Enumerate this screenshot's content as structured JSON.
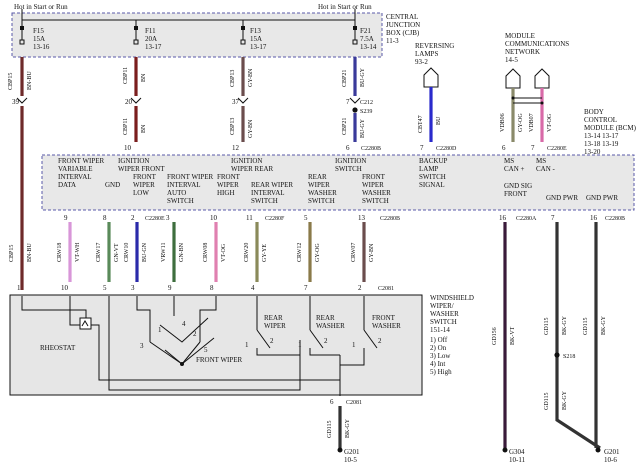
{
  "top": {
    "hot_left": "Hot in Start or Run",
    "hot_right": "Hot in Start or Run"
  },
  "cjb": {
    "label_lines": [
      "CENTRAL",
      "JUNCTION",
      "BOX (CJB)",
      "11-3"
    ],
    "fuses": [
      {
        "lines": [
          "F15",
          "15A",
          "13-16"
        ]
      },
      {
        "lines": [
          "F11",
          "20A",
          "13-17"
        ]
      },
      {
        "lines": [
          "F13",
          "15A",
          "13-17"
        ]
      },
      {
        "lines": [
          "F21",
          "7.5A",
          "13-14"
        ]
      }
    ]
  },
  "upper_wires": [
    {
      "circuit": "CBP15",
      "color": "BN-BU",
      "pin": "39"
    },
    {
      "circuit": "CBP11",
      "color": "BN",
      "pin": "20"
    },
    {
      "circuit": "CBP13",
      "color": "GY-BN",
      "pin": "37"
    },
    {
      "circuit": "CBP21",
      "color": "BU-GY",
      "pin": "7"
    }
  ],
  "splice": {
    "connector": "C212",
    "name": "S239"
  },
  "mid_wires": [
    {
      "circuit": "CBP11",
      "color": "BN",
      "pin": "10"
    },
    {
      "circuit": "CBP13",
      "color": "GY-BN",
      "pin": "12"
    },
    {
      "circuit": "CBP21",
      "color": "BU-GY",
      "pin": "6"
    }
  ],
  "c2280b_top": "C2280B",
  "reversing": {
    "label_lines": [
      "REVERSING",
      "LAMPS",
      "93-2"
    ],
    "circuit": "CBT47",
    "color": "BU",
    "pin": "7",
    "connector": "C2280D"
  },
  "mcn": {
    "label_lines": [
      "MODULE",
      "COMMUNICATIONS",
      "NETWORK",
      "14-5"
    ],
    "wires": [
      {
        "circuit": "VDB06",
        "color": "GY-OG",
        "pin": "6"
      },
      {
        "circuit": "VDB07",
        "color": "VT-OG",
        "pin": "7"
      }
    ],
    "connector": "C2280E"
  },
  "bcm": {
    "label_lines": [
      "BODY",
      "CONTROL",
      "MODULE (BCM)",
      "13-14  13-17",
      "13-18  13-19",
      "13-20"
    ],
    "signals": [
      {
        "lines": [
          "FRONT WIPER",
          "VARIABLE",
          "INTERVAL",
          "DATA"
        ]
      },
      {
        "lines": [
          "GND"
        ]
      },
      {
        "lines": [
          "IGNITION",
          "WIPER FRONT"
        ]
      },
      {
        "lines": [
          "FRONT",
          "WIPER",
          "LOW"
        ]
      },
      {
        "lines": [
          "FRONT WIPER",
          "INTERVAL",
          "AUTO",
          "SWITCH"
        ]
      },
      {
        "lines": [
          "FRONT",
          "WIPER",
          "HIGH"
        ]
      },
      {
        "lines": [
          "IGNITION",
          "WIPER REAR"
        ]
      },
      {
        "lines": [
          "REAR WIPER",
          "INTERVAL",
          "SWITCH"
        ]
      },
      {
        "lines": [
          "IGNITION",
          "SWITCH"
        ]
      },
      {
        "lines": [
          "REAR",
          "WIPER",
          "WASHER",
          "SWITCH"
        ]
      },
      {
        "lines": [
          "FRONT",
          "WIPER",
          "WASHER",
          "SWITCH"
        ]
      },
      {
        "lines": [
          "BACKUP",
          "LAMP",
          "SWITCH",
          "SIGNAL"
        ]
      },
      {
        "lines": [
          "MS",
          "CAN +"
        ]
      },
      {
        "lines": [
          "MS",
          "CAN -"
        ]
      },
      {
        "lines": [
          "GND SIG",
          "FRONT"
        ]
      },
      {
        "lines": [
          "GND PWR"
        ]
      },
      {
        "lines": [
          "GND PWR"
        ]
      }
    ]
  },
  "bottom_pins": [
    {
      "pin": "9"
    },
    {
      "pin": "8"
    },
    {
      "pin": "2"
    },
    {
      "pin": "3"
    },
    {
      "pin": "10"
    },
    {
      "pin": "11"
    },
    {
      "pin": "5"
    },
    {
      "pin": "13"
    },
    {
      "pin": "16"
    },
    {
      "pin": "7"
    },
    {
      "pin": "16"
    }
  ],
  "bottom_connectors": [
    "C2280E",
    "C2280F",
    "C2280B",
    "C2280A",
    "C2280B"
  ],
  "switch_wires": [
    {
      "circuit": "CBP15",
      "color": "BN-BU"
    },
    {
      "circuit": "CRW18",
      "color": "VT-WH"
    },
    {
      "circuit": "CRW17",
      "color": "GN-VT"
    },
    {
      "circuit": "CRW10",
      "color": "BU-GN"
    },
    {
      "circuit": "VRW11",
      "color": "GN-BN"
    },
    {
      "circuit": "CRW08",
      "color": "VT-OG"
    },
    {
      "circuit": "CRW20",
      "color": "GY-YE"
    },
    {
      "circuit": "CRW12",
      "color": "GY-OG"
    },
    {
      "circuit": "CRW07",
      "color": "GY-BN"
    }
  ],
  "gnd_wires": [
    {
      "circuit": "GD156",
      "color": "BK-VT"
    },
    {
      "circuit": "GD115",
      "color": "BK-GY"
    },
    {
      "circuit": "GD115",
      "color": "BK-GY"
    },
    {
      "circuit": "GD115",
      "color": "BK-GY"
    },
    {
      "circuit": "GD115",
      "color": "BK-GY"
    }
  ],
  "switch_pins": [
    {
      "pin": "1"
    },
    {
      "pin": "10"
    },
    {
      "pin": "5"
    },
    {
      "pin": "3"
    },
    {
      "pin": "9"
    },
    {
      "pin": "8"
    },
    {
      "pin": "4"
    },
    {
      "pin": "7"
    },
    {
      "pin": "2"
    }
  ],
  "switch_connector": "C2081",
  "wws": {
    "label_lines": [
      "WINDSHIELD",
      "WIPER/",
      "WASHER",
      "SWITCH",
      "151-14"
    ],
    "legend": [
      "1) Off",
      "2) On",
      "3) Low",
      "4) Int",
      "5) High"
    ],
    "rheostat": "RHEOSTAT",
    "front_wiper": "FRONT WIPER",
    "rear_wiper": [
      "REAR",
      "WIPER"
    ],
    "rear_washer": [
      "REAR",
      "WASHER"
    ],
    "front_washer": [
      "FRONT",
      "WASHER"
    ],
    "pos": [
      "1",
      "2",
      "3",
      "4",
      "5"
    ],
    "sw_nums": [
      "1",
      "2",
      "1",
      "2",
      "1",
      "2"
    ]
  },
  "out_wire": {
    "pin": "6",
    "connector": "C2081",
    "circuit": "GD115",
    "color": "BK-GY"
  },
  "splice2": "S218",
  "grounds": [
    {
      "name": "G201",
      "ref": "10-5"
    },
    {
      "name": "G304",
      "ref": "10-11"
    },
    {
      "name": "G201",
      "ref": "10-6"
    }
  ]
}
